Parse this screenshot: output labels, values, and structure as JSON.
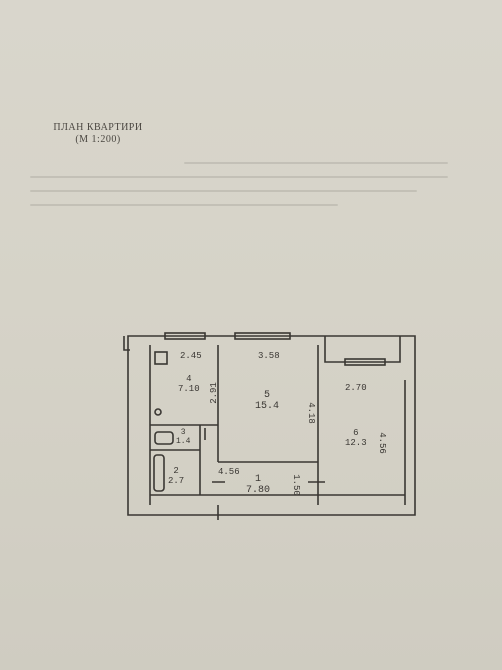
{
  "header": {
    "title_line1": "ПЛАН КВАРТИРИ",
    "title_line2": "(М 1:200)"
  },
  "rooms": [
    {
      "number": "4",
      "area": "7.10",
      "dims": [
        "2.45",
        "2.91"
      ]
    },
    {
      "number": "5",
      "area": "15.4",
      "dims": [
        "3.58",
        "4.18"
      ]
    },
    {
      "number": "6",
      "area": "12.3",
      "dims": [
        "2.70",
        "4.56"
      ]
    },
    {
      "number": "3",
      "area": "1.4"
    },
    {
      "number": "2",
      "area": "2.7"
    },
    {
      "number": "1",
      "area": "7.80",
      "dims": [
        "4.56",
        "1.50"
      ]
    }
  ]
}
